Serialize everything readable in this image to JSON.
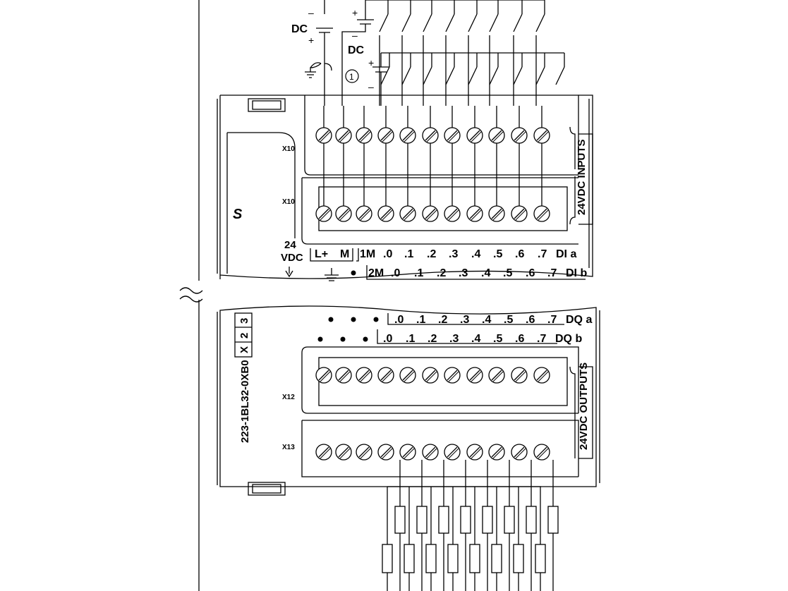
{
  "supply": {
    "dc_left": {
      "label": "DC",
      "minus": "–",
      "plus": "+"
    },
    "dc_top": {
      "label": "DC",
      "plus": "+",
      "minus": "–"
    },
    "dc_inner": {
      "plus": "+",
      "minus": "–"
    },
    "note_marker": "1"
  },
  "connectors": {
    "x10_top": "X10",
    "x10_bottom": "X10",
    "x12": "X12",
    "x13": "X13"
  },
  "module": {
    "logo": "S",
    "supply_label_line1": "24",
    "supply_label_line2": "VDC",
    "order_number": "223-1BL32-0XB0",
    "version_boxes": [
      "X",
      "2",
      "3"
    ],
    "inputs_label": "24VDC INPUTS",
    "outputs_label": "24VDC OUTPUTS"
  },
  "input_terminals_a": {
    "labels": [
      "L+",
      "M",
      "1M",
      ".0",
      ".1",
      ".2",
      ".3",
      ".4",
      ".5",
      ".6",
      ".7"
    ],
    "group": "DI a"
  },
  "input_terminals_b": {
    "labels": [
      "2M",
      ".0",
      ".1",
      ".2",
      ".3",
      ".4",
      ".5",
      ".6",
      ".7"
    ],
    "group": "DI b"
  },
  "output_terminals_a": {
    "labels": [
      ".0",
      ".1",
      ".2",
      ".3",
      ".4",
      ".5",
      ".6",
      ".7"
    ],
    "group": "DQ a"
  },
  "output_terminals_b": {
    "labels": [
      ".0",
      ".1",
      ".2",
      ".3",
      ".4",
      ".5",
      ".6",
      ".7"
    ],
    "group": "DQ b"
  },
  "break_symbol": "≈"
}
